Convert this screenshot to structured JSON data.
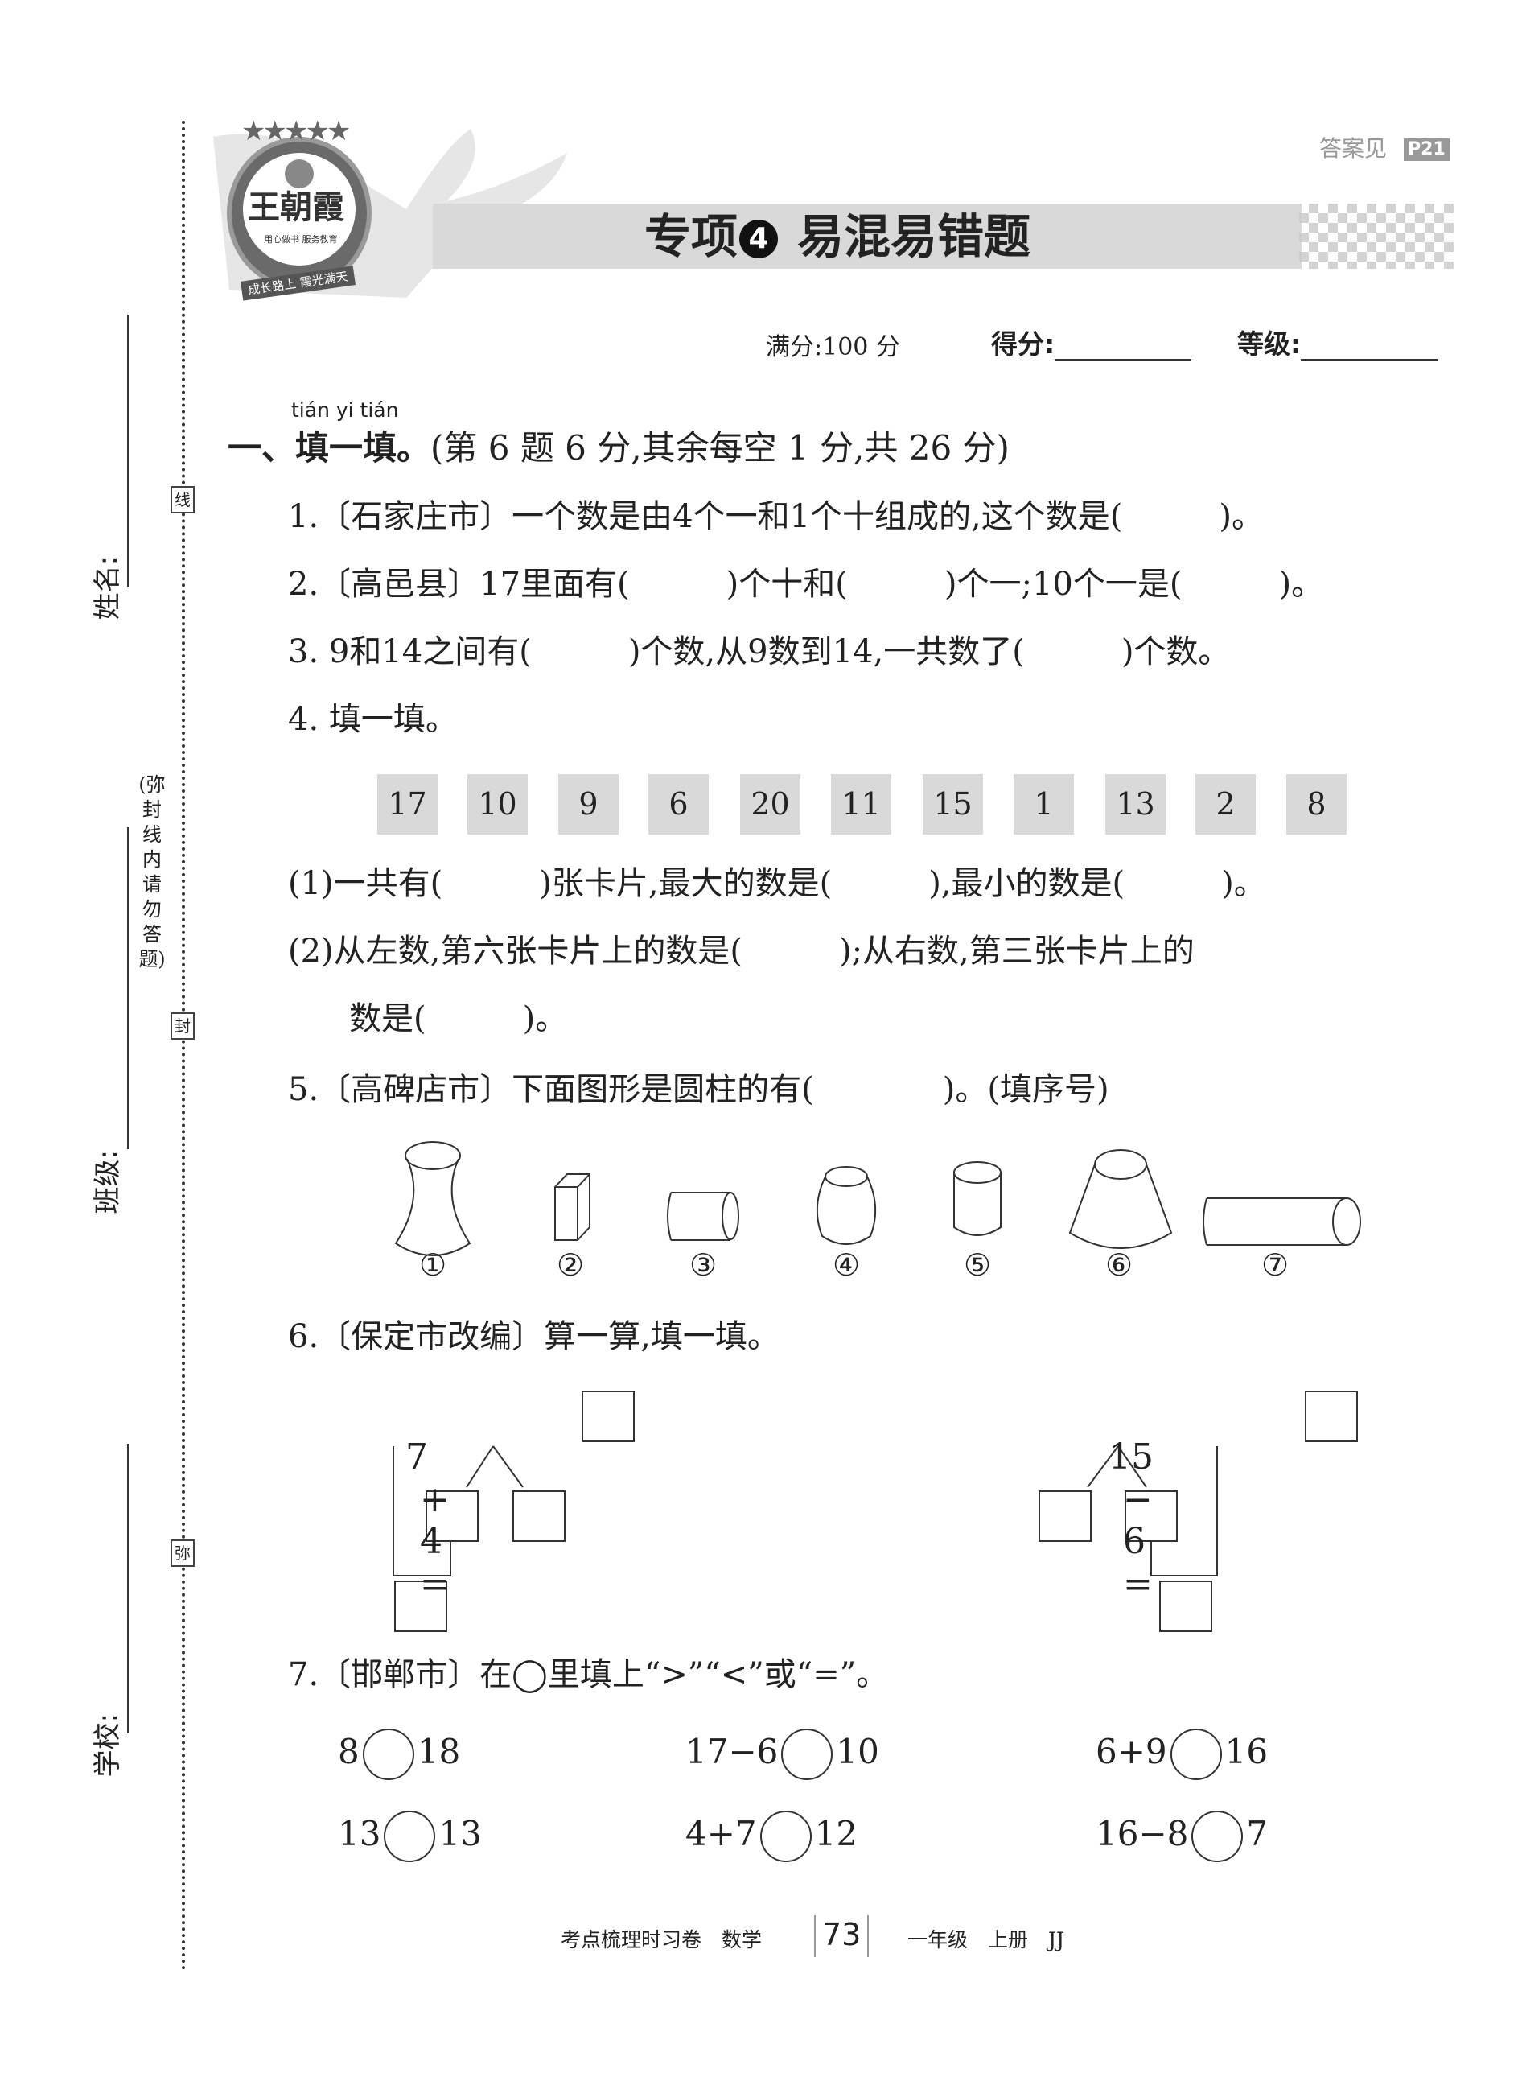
{
  "header": {
    "logo": {
      "name": "王朝霞",
      "slogan": "用心做书 服务教育",
      "ribbon": "成长路上 霞光满天"
    },
    "answer_ref": "答案见",
    "answer_page": "P21",
    "title_prefix": "专项",
    "title_num": "4",
    "title": "易混易错题"
  },
  "score": {
    "full": "满分:100 分",
    "score_label": "得分:",
    "grade_label": "等级:"
  },
  "binding": {
    "name_label": "姓名:",
    "class_label": "班级:",
    "school_label": "学校:",
    "notice": "(弥封线内请勿答题)",
    "mark_line": "线",
    "mark_seal": "封",
    "mark_mi": "弥"
  },
  "section1": {
    "pinyin": "tián yi tián",
    "heading": "一、填一填。",
    "scoring": "(第 6 题 6 分,其余每空 1 分,共 26 分)"
  },
  "questions": {
    "q1": "1.〔石家庄市〕一个数是由4个一和1个十组成的,这个数是(　　　)。",
    "q2": "2.〔高邑县〕17里面有(　　　)个十和(　　　)个一;10个一是(　　　)。",
    "q3": "3. 9和14之间有(　　　)个数,从9数到14,一共数了(　　　)个数。",
    "q4": "4. 填一填。",
    "cards": [
      "17",
      "10",
      "9",
      "6",
      "20",
      "11",
      "15",
      "1",
      "13",
      "2",
      "8"
    ],
    "q4_1": "(1)一共有(　　　)张卡片,最大的数是(　　　),最小的数是(　　　)。",
    "q4_2a": "(2)从左数,第六张卡片上的数是(　　　);从右数,第三张卡片上的",
    "q4_2b": "数是(　　　)。",
    "q5": "5.〔高碑店市〕下面图形是圆柱的有(　　　　)。(填序号)",
    "shape_labels": [
      "①",
      "②",
      "③",
      "④",
      "⑤",
      "⑥",
      "⑦"
    ],
    "q6": "6.〔保定市改编〕算一算,填一填。",
    "eq_left": [
      "7",
      "+",
      "4",
      "="
    ],
    "eq_right": [
      "15",
      "−",
      "6",
      "="
    ],
    "q7": "7.〔邯郸市〕在◯里填上“>”“<”或“=”。",
    "compare": [
      {
        "l": "8",
        "r": "18"
      },
      {
        "l": "17−6",
        "r": "10"
      },
      {
        "l": "6+9",
        "r": "16"
      },
      {
        "l": "13",
        "r": "13"
      },
      {
        "l": "4+7",
        "r": "12"
      },
      {
        "l": "16−8",
        "r": "7"
      }
    ]
  },
  "footer": {
    "left": "考点梳理时习卷　数学",
    "page": "73",
    "right": "一年级　上册　JJ"
  }
}
